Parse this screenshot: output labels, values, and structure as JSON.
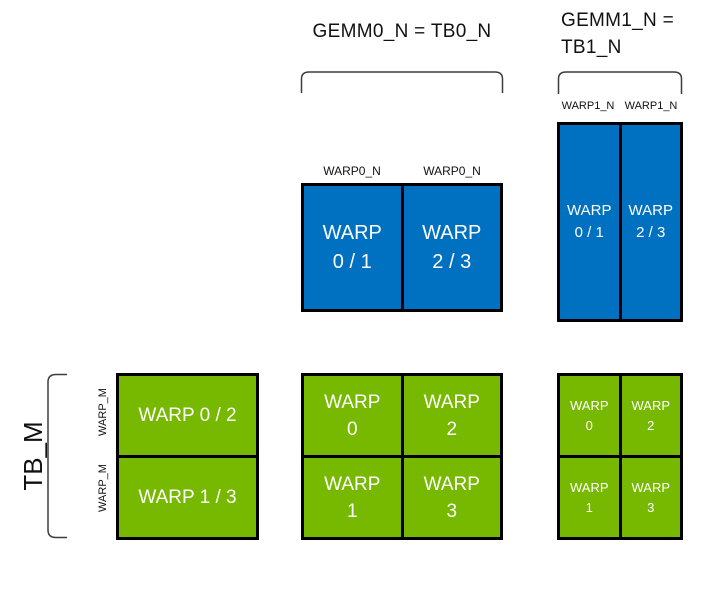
{
  "colors": {
    "blue": "#0070C0",
    "green": "#76B900",
    "border": "#000000",
    "bracket_line": "#3d3d3d",
    "label_text": "#111111",
    "cell_text": "#ffffff"
  },
  "headers": {
    "gemm0": "GEMM0_N = TB0_N",
    "gemm1_line1": "GEMM1_N =",
    "gemm1_line2": "TB1_N"
  },
  "axis_labels": {
    "tb_m": "TB_M",
    "warp_m": [
      "WARP_M",
      "WARP_M"
    ],
    "warp0_n": [
      "WARP0_N",
      "WARP0_N"
    ],
    "warp1_n": [
      "WARP1_N",
      "WARP1_N"
    ]
  },
  "blocks": {
    "gemm0_n_tile": {
      "cells": [
        {
          "line1": "WARP",
          "line2": "0 / 1"
        },
        {
          "line1": "WARP",
          "line2": "2 / 3"
        }
      ]
    },
    "gemm1_n_tile": {
      "cells": [
        {
          "line1": "WARP",
          "line2": "0 / 1"
        },
        {
          "line1": "WARP",
          "line2": "2 / 3"
        }
      ]
    },
    "tb_m_tile": {
      "rows": [
        "WARP 0 / 2",
        "WARP 1 / 3"
      ]
    },
    "gemm0_warp_grid": {
      "cells": [
        {
          "line1": "WARP",
          "line2": "0"
        },
        {
          "line1": "WARP",
          "line2": "2"
        },
        {
          "line1": "WARP",
          "line2": "1"
        },
        {
          "line1": "WARP",
          "line2": "3"
        }
      ]
    },
    "gemm1_warp_grid": {
      "cells": [
        {
          "line1": "WARP",
          "line2": "0"
        },
        {
          "line1": "WARP",
          "line2": "2"
        },
        {
          "line1": "WARP",
          "line2": "1"
        },
        {
          "line1": "WARP",
          "line2": "3"
        }
      ]
    }
  }
}
